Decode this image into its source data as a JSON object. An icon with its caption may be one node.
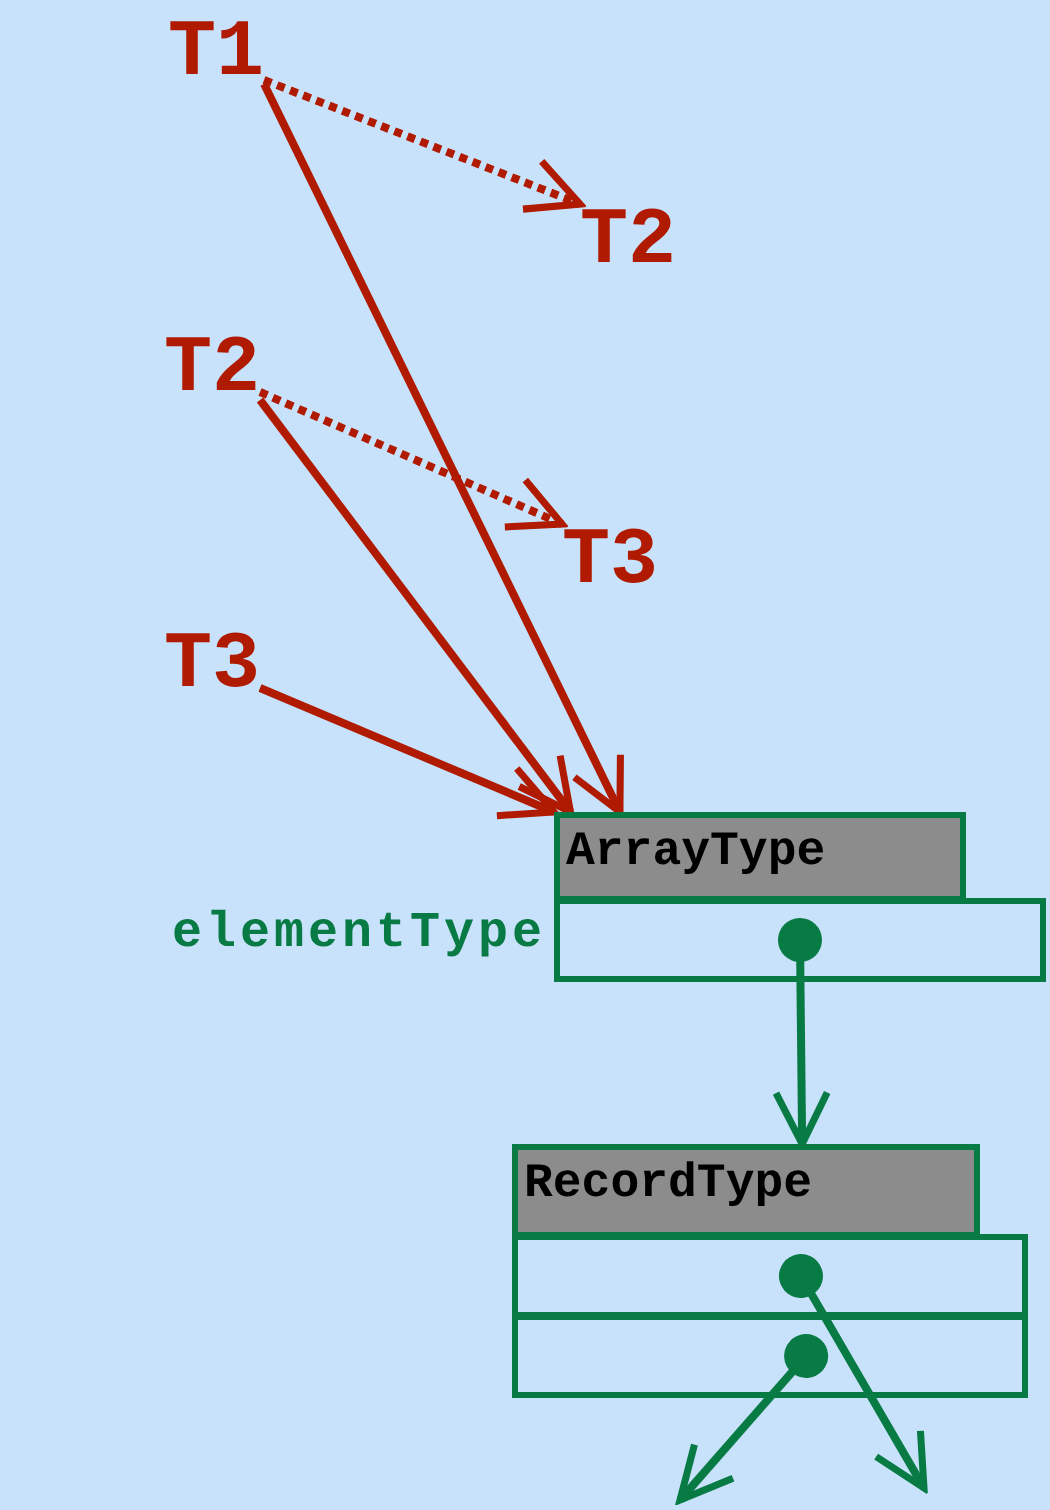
{
  "diagram": {
    "nodes": [
      {
        "text": [
          "T1"
        ]
      },
      {
        "text": [
          "T2"
        ]
      },
      {
        "text": [
          "T2"
        ]
      },
      {
        "text": [
          "T3"
        ]
      },
      {
        "text": [
          "T3"
        ]
      },
      {
        "text": [
          "ArrayType"
        ]
      },
      {
        "text": [],
        "shape": "box",
        "beside": [
          "elementType"
        ]
      },
      {
        "text": [
          "RecordType"
        ]
      },
      {
        "text": [],
        "shape": "box"
      },
      {
        "text": [],
        "shape": "box"
      }
    ],
    "edges": [
      {
        "from": 0,
        "to": 1,
        "arrow": "to",
        "style": "dashed"
      },
      {
        "from": 0,
        "to": 5,
        "arrow": "to"
      },
      {
        "from": 2,
        "to": 3,
        "arrow": "to",
        "style": "dashed"
      },
      {
        "from": 2,
        "to": 5,
        "arrow": "to"
      },
      {
        "from": 4,
        "to": 5,
        "arrow": "to"
      },
      {
        "from": 6,
        "to": 7,
        "arrow": "to",
        "color": "#087a44"
      },
      {
        "from": 8,
        "to": null,
        "arrow": "to",
        "color": "#087a44"
      },
      {
        "from": 9,
        "to": null,
        "arrow": "to",
        "color": "#087a44"
      }
    ]
  }
}
